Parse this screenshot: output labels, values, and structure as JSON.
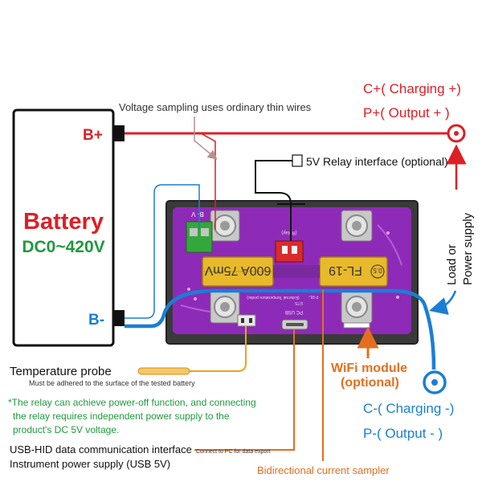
{
  "battery": {
    "title": "Battery",
    "range": "DC0~420V",
    "pos_terminal": "B+",
    "neg_terminal": "B-"
  },
  "top_right": {
    "charging_pos": "C+( Charging +)",
    "output_pos": "P+( Output +   )"
  },
  "bottom_right": {
    "charging_neg": "C-( Charging -)",
    "output_neg": "P-(  Output -   )"
  },
  "notes": {
    "voltage_sampling": "Voltage sampling uses ordinary thin wires",
    "relay_interface": "5V Relay interface (optional)",
    "load_label_line1": "Load or",
    "load_label_line2": "Power supply",
    "temperature_title": "Temperature probe",
    "temperature_sub": "Must be adhered to the surface of the tested battery",
    "relay_note_1": "*The relay can achieve power-off function, and connecting",
    "relay_note_2": "the relay requires independent power supply to the",
    "relay_note_3": "product's DC 5V voltage.",
    "usb_line1": "USB-HID data communication interface",
    "usb_line2": "Instrument power supply (USB 5V)",
    "usb_small": "Connect to PC for data export",
    "wifi_line1": "WiFi module",
    "wifi_line2": "(optional)",
    "current_sampler": "Bidirectional current sampler"
  },
  "device": {
    "shunt_left": "600A 75mV",
    "shunt_right": "FL-19",
    "shunt_right_badge": "0.5",
    "label_b_v": "B- V",
    "label_usb": "PC USB",
    "label_ets": "ETS",
    "label_relay": "(Relay)",
    "label_temp": "(External Temperature probe)",
    "label_p_rl": "P RL-"
  },
  "colors": {
    "red": "#dd1f26",
    "blue": "#1a7fd4",
    "orange": "#e36f1e",
    "green": "#1f9a3c",
    "pcb": "#8e2ab8",
    "shunt_gold": "#e8b92a"
  }
}
